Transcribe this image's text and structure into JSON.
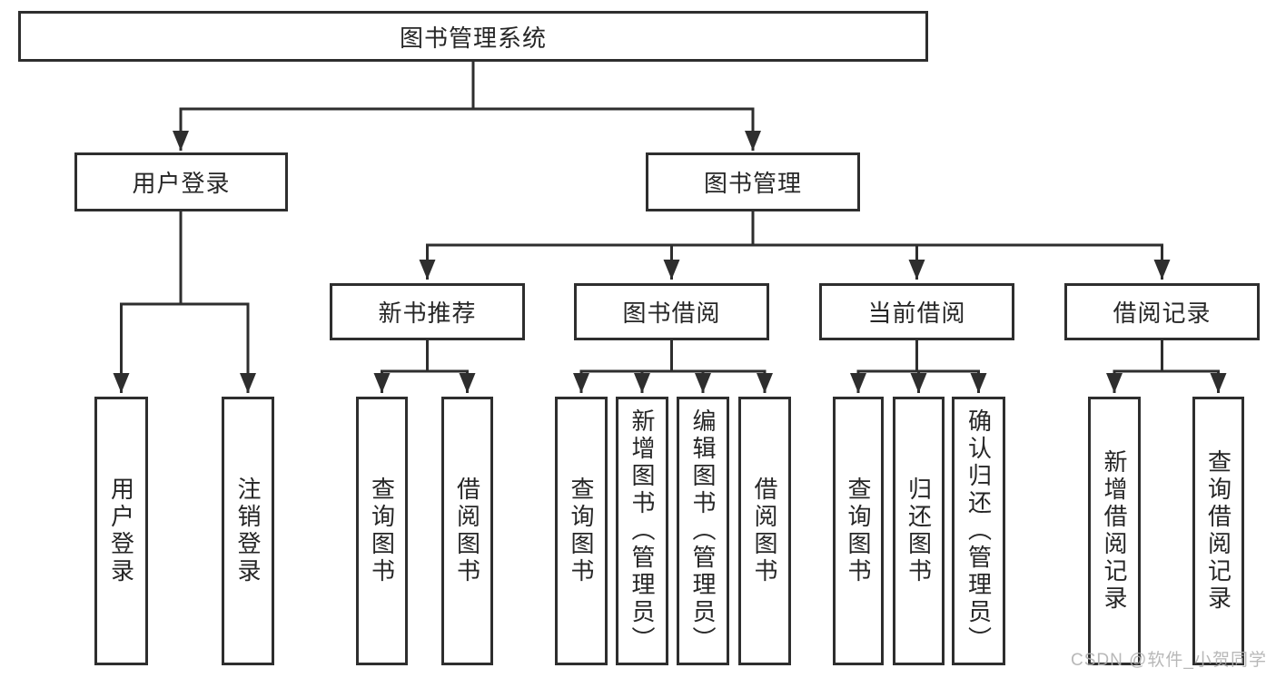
{
  "colors": {
    "line": "#2e2e2e",
    "text": "#262626",
    "background": "#ffffff",
    "watermark_color": "#b1b1b1"
  },
  "diagram": {
    "root": {
      "label": "图书管理系统"
    },
    "branches": [
      {
        "label": "用户登录",
        "children": [
          {
            "label": "用户登录"
          },
          {
            "label": "注销登录"
          }
        ]
      },
      {
        "label": "图书管理",
        "children": [
          {
            "label": "新书推荐",
            "children": [
              {
                "label": "查询图书"
              },
              {
                "label": "借阅图书"
              }
            ]
          },
          {
            "label": "图书借阅",
            "children": [
              {
                "label": "查询图书"
              },
              {
                "label": "新增图书（管理员）"
              },
              {
                "label": "编辑图书（管理员）"
              },
              {
                "label": "借阅图书"
              }
            ]
          },
          {
            "label": "当前借阅",
            "children": [
              {
                "label": "查询图书"
              },
              {
                "label": "归还图书"
              },
              {
                "label": "确认归还（管理员）"
              }
            ]
          },
          {
            "label": "借阅记录",
            "children": [
              {
                "label": "新增借阅记录"
              },
              {
                "label": "查询借阅记录"
              }
            ]
          }
        ]
      }
    ]
  },
  "watermark": {
    "text": "CSDN @软件_小贺同学"
  }
}
